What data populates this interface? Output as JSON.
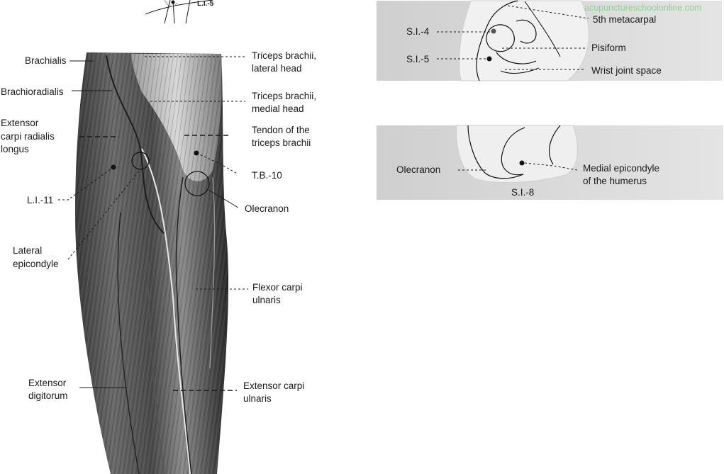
{
  "colors": {
    "muscle_dark": "#2c2c2c",
    "muscle_mid": "#6e6e6e",
    "muscle_light": "#c9c9c9",
    "panel_bg": "#d9d9d9",
    "watermark": "#8fd28f"
  },
  "top_label": "L.I.-5",
  "arm_labels": {
    "brachialis": "Brachialis",
    "brachioradialis": "Brachioradialis",
    "ecrl": [
      "Extensor",
      "carpi radialis",
      "longus"
    ],
    "li11": "L.I.-11",
    "lateral_epicondyle": [
      "Lateral",
      "epicondyle"
    ],
    "extensor_digitorum": [
      "Extensor",
      "digitorum"
    ],
    "triceps_lateral": [
      "Triceps brachii,",
      "lateral head"
    ],
    "triceps_medial": [
      "Triceps brachii,",
      "medial head"
    ],
    "triceps_tendon": [
      "Tendon of the",
      "triceps brachii"
    ],
    "tb10": "T.B.-10",
    "olecranon": "Olecranon",
    "fcu": [
      "Flexor carpi",
      "ulnaris"
    ],
    "ecu": [
      "Extensor carpi",
      "ulnaris"
    ]
  },
  "wrist_panel": {
    "watermark": "acupunctureschoolonline.com",
    "si4": "S.I.-4",
    "si5": "S.I.-5",
    "metacarpal": "5th metacarpal",
    "pisiform": "Pisiform",
    "wrist_space": "Wrist joint space"
  },
  "elbow_panel": {
    "olecranon": "Olecranon",
    "medial_epicondyle": [
      "Medial epicondyle",
      "of the humerus"
    ],
    "si8": "S.I.-8"
  }
}
